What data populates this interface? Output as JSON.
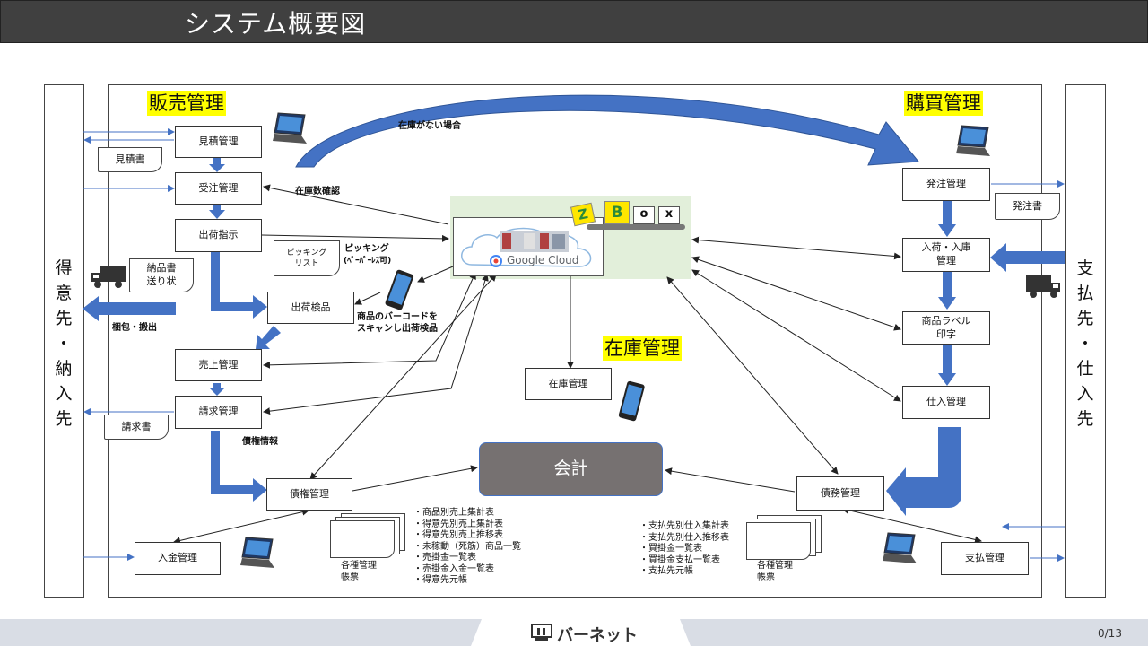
{
  "title": "システム概要図",
  "sections": {
    "sales": "販売管理",
    "purchase": "購買管理",
    "inventory": "在庫管理"
  },
  "sides": {
    "left": "得\n意\n先\n・\n納\n入\n先",
    "right": "支\n払\n先\n・\n仕\n入\n先"
  },
  "sales_boxes": {
    "estimate": "見積管理",
    "order": "受注管理",
    "shipping": "出荷指示",
    "inspection": "出荷検品",
    "sales": "売上管理",
    "billing": "請求管理",
    "receivable": "債権管理",
    "payment_in": "入金管理"
  },
  "purchase_boxes": {
    "po": "発注管理",
    "receiving": "入荷・入庫\n管理",
    "label": "商品ラベル\n印字",
    "stock_in": "仕入管理",
    "payable": "債務管理",
    "payment_out": "支払管理"
  },
  "center": {
    "stock": "在庫管理",
    "accounting": "会計",
    "cloud": "Google Cloud",
    "zbox": [
      "Z",
      "B",
      "o",
      "x"
    ]
  },
  "documents": {
    "quote": "見積書",
    "picking": "ピッキング\nリスト",
    "delivery": "納品書\n送り状",
    "invoice": "請求書",
    "po_doc": "発注書",
    "reports_left": "各種管理\n帳票",
    "reports_right": "各種管理\n帳票"
  },
  "labels": {
    "no_stock": "在庫がない場合",
    "stock_check": "在庫数確認",
    "picking_title": "ピッキング",
    "picking_sub": "(ﾍﾟｰﾊﾟｰﾚｽ可)",
    "packing": "梱包・搬出",
    "scan": "商品のバーコードを\nスキャンし出荷検品",
    "credit_info": "債権情報"
  },
  "report_lists": {
    "left": "・商品別売上集計表\n・得意先別売上集計表\n・得意先別売上推移表\n・未稼動（死筋）商品一覧\n・売掛金一覧表\n・売掛金入金一覧表\n・得意先元帳",
    "right": "・支払先別仕入集計表\n・支払先別仕入推移表\n・買掛金一覧表\n・買掛金支払一覧表\n・支払先元帳"
  },
  "footer": {
    "company": "バーネット",
    "page": "0/13"
  },
  "colors": {
    "flow_arrow": "#4472c4",
    "title_bg": "#404040",
    "highlight": "#ffff00",
    "accounting": "#767171"
  }
}
